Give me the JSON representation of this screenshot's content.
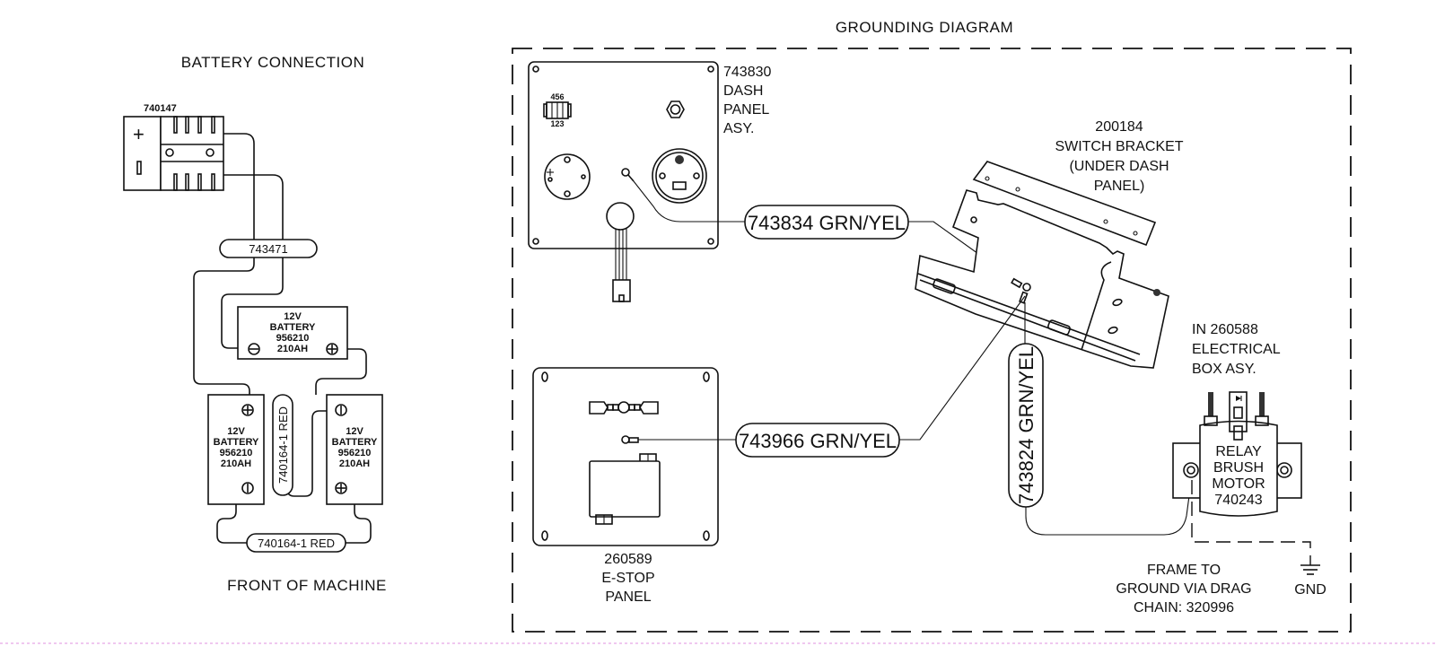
{
  "battery_section": {
    "title": "BATTERY CONNECTION",
    "connector": {
      "part": "740147",
      "plus_symbol": "+",
      "minus_symbol": "|"
    },
    "cable_top": "743471",
    "batteries": [
      {
        "voltage": "12V",
        "name": "BATTERY",
        "part": "956210",
        "capacity": "210AH"
      },
      {
        "voltage": "12V",
        "name": "BATTERY",
        "part": "956210",
        "capacity": "210AH"
      },
      {
        "voltage": "12V",
        "name": "BATTERY",
        "part": "956210",
        "capacity": "210AH"
      }
    ],
    "cable_vertical": "740164-1 RED",
    "cable_bottom": "740164-1 RED",
    "footer": "FRONT OF MACHINE"
  },
  "grounding_section": {
    "title": "GROUNDING DIAGRAM",
    "dash_panel": {
      "part": "743830",
      "line2": "DASH",
      "line3": "PANEL",
      "line4": "ASY.",
      "connector_top_pins": "456",
      "connector_bottom_pins": "123"
    },
    "switch_bracket": {
      "part": "200184",
      "line2": "SWITCH BRACKET",
      "line3": "(UNDER DASH",
      "line4": "PANEL)"
    },
    "estop_panel": {
      "part": "260589",
      "line2": "E-STOP",
      "line3": "PANEL"
    },
    "wire_dash": "743834 GRN/YEL",
    "wire_estop": "743966 GRN/YEL",
    "wire_relay": "743824 GRN/YEL",
    "electrical_box": {
      "line1": "IN 260588",
      "line2": "ELECTRICAL",
      "line3": "BOX ASY."
    },
    "relay": {
      "line1": "RELAY",
      "line2": "BRUSH",
      "line3": "MOTOR",
      "line4": "740243"
    },
    "frame_note": {
      "line1": "FRAME TO",
      "line2": "GROUND VIA DRAG",
      "line3": "CHAIN: 320996"
    },
    "gnd_label": "GND"
  }
}
